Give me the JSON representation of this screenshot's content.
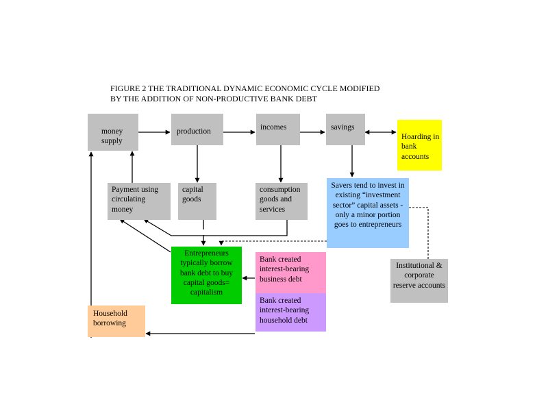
{
  "figure": {
    "title_line1": "FIGURE 2     THE TRADITIONAL DYNAMIC ECONOMIC CYCLE MODIFIED",
    "title_line2": "BY THE ADDITION OF NON-PRODUCTIVE BANK DEBT"
  },
  "nodes": {
    "money_supply": "money supply",
    "production": "production",
    "incomes": "incomes",
    "savings": "savings",
    "hoarding": "Hoarding in bank accounts",
    "payment": "Payment using circulating money",
    "capital_goods": "capital goods",
    "consumption": "consumption goods and services",
    "savers": "Savers tend to invest in  existing “investment sector” capital assets  - only a minor portion goes to entrepreneurs",
    "entrepreneurs": "Entrepreneurs typically borrow bank debt to buy capital goods= capitalism",
    "bank_business": "Bank created interest-bearing business debt",
    "bank_household": "Bank created interest-bearing household debt",
    "institutional": "Institutional & corporate reserve accounts",
    "household": "Household borrowing"
  },
  "colors": {
    "gray": "#c0c0c0",
    "yellow": "#ffff00",
    "light_blue": "#99ccff",
    "green": "#00cc00",
    "pink": "#ff99cc",
    "lavender": "#cc99ff",
    "peach": "#ffcc99"
  }
}
